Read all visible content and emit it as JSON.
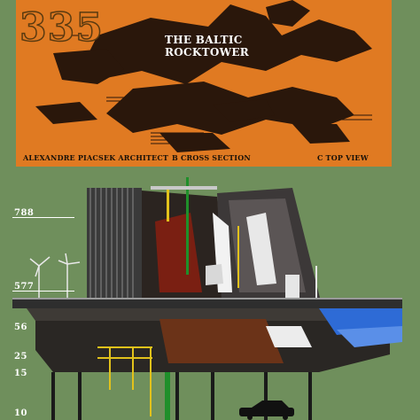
{
  "poster": {
    "number": "335",
    "title_line1": "THE BALTIC",
    "title_line2": "ROCKTOWER",
    "credits": {
      "architect": "ALEXANDRE PIACSEK ARCHITECT",
      "cross_section": "B CROSS SECTION",
      "top_view": "C TOP VIEW"
    }
  },
  "section": {
    "levels": [
      "788",
      "577",
      "56",
      "25",
      "15",
      "10"
    ]
  },
  "colors": {
    "background": "#6f8f5c",
    "panel": "#e07a22",
    "ink": "#2a170b",
    "white": "#ffffff",
    "water": "#2e6bd6"
  }
}
